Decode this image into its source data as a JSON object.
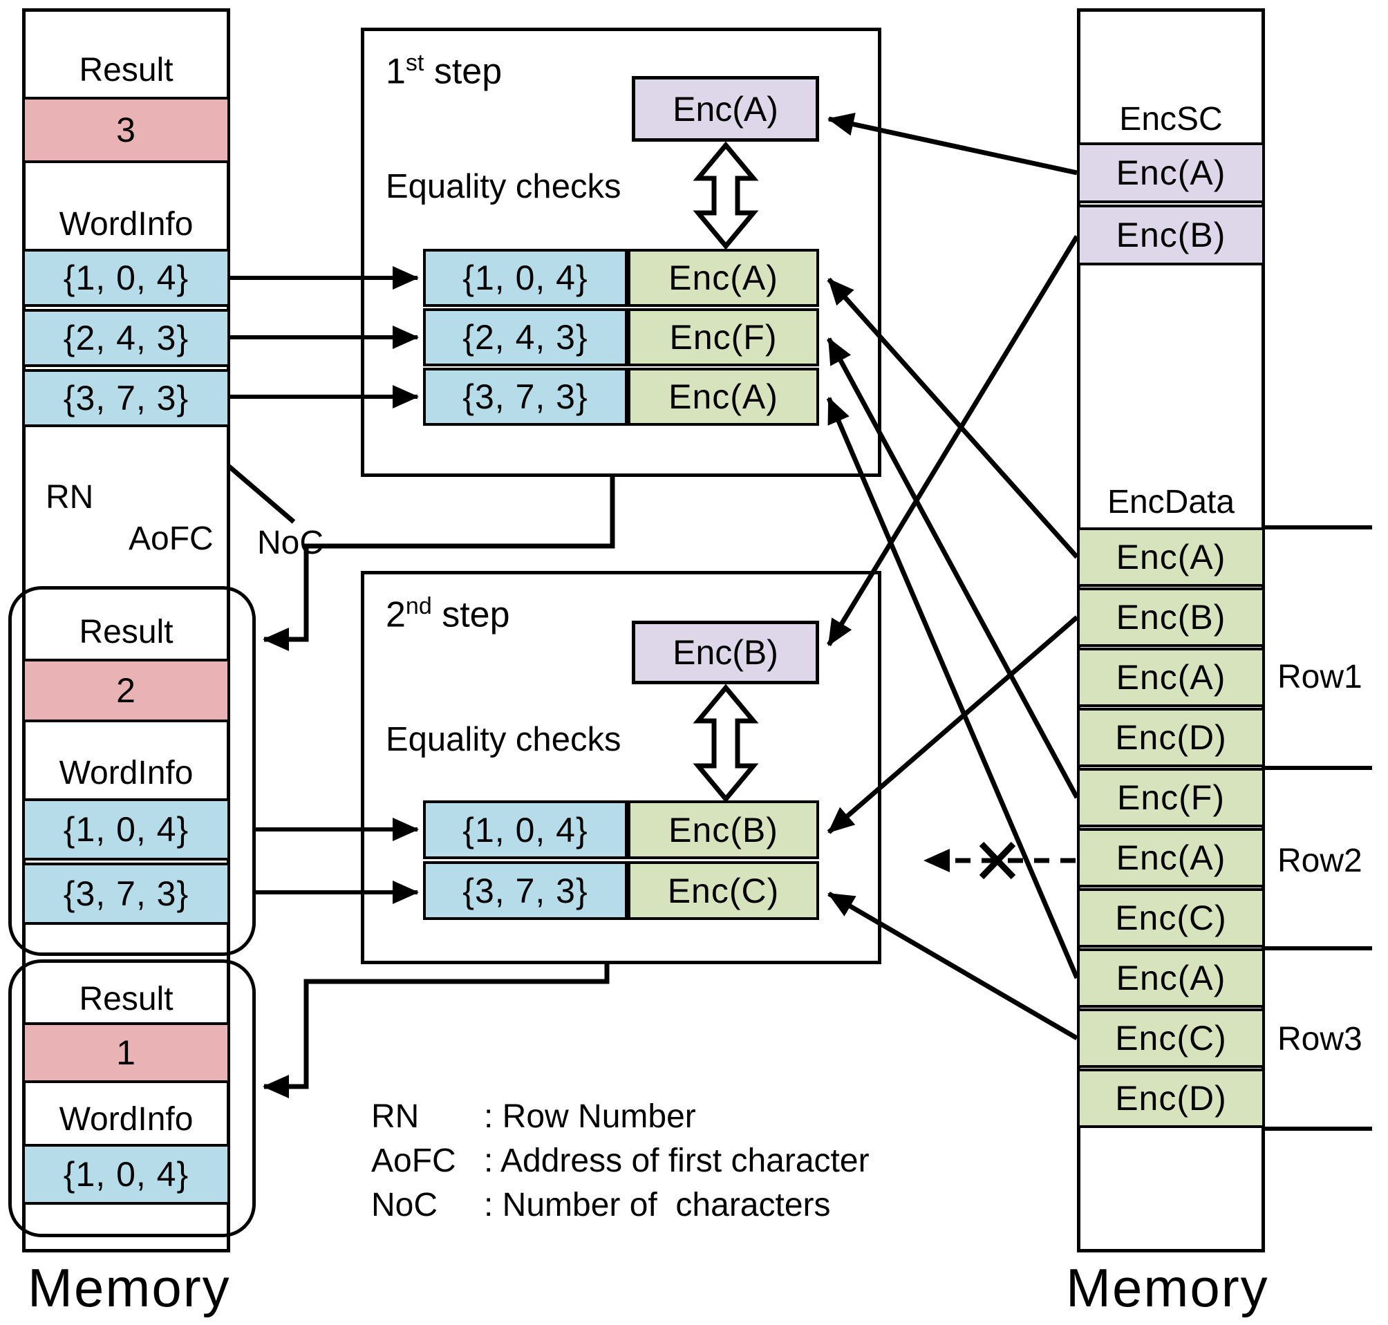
{
  "left_memory": {
    "memory_label": "Memory",
    "block1": {
      "result_label": "Result",
      "result_value": "3",
      "wordinfo_label": "WordInfo",
      "entries": [
        "{1, 0, 4}",
        "{2, 4, 3}",
        "{3, 7, 3}"
      ]
    },
    "pointers": {
      "rn": "RN",
      "aofc": "AoFC",
      "noc": "NoC"
    },
    "block2": {
      "result_label": "Result",
      "result_value": "2",
      "wordinfo_label": "WordInfo",
      "entries": [
        "{1, 0, 4}",
        "{3, 7, 3}"
      ]
    },
    "block3": {
      "result_label": "Result",
      "result_value": "1",
      "wordinfo_label": "WordInfo",
      "entries": [
        "{1, 0, 4}"
      ]
    }
  },
  "step1": {
    "title_num": "1",
    "title_sup": "st",
    "title_rest": " step",
    "equality_label": "Equality checks",
    "search_char": "Enc(A)",
    "rows": [
      {
        "word": "{1, 0, 4}",
        "enc": "Enc(A)"
      },
      {
        "word": "{2, 4, 3}",
        "enc": "Enc(F)"
      },
      {
        "word": "{3, 7, 3}",
        "enc": "Enc(A)"
      }
    ]
  },
  "step2": {
    "title_num": "2",
    "title_sup": "nd",
    "title_rest": " step",
    "equality_label": "Equality checks",
    "search_char": "Enc(B)",
    "rows": [
      {
        "word": "{1, 0, 4}",
        "enc": "Enc(B)"
      },
      {
        "word": "{3, 7, 3}",
        "enc": "Enc(C)"
      }
    ]
  },
  "right_memory": {
    "memory_label": "Memory",
    "encsc_label": "EncSC",
    "encsc_cells": [
      "Enc(A)",
      "Enc(B)"
    ],
    "encdata_label": "EncData",
    "encdata_cells": [
      "Enc(A)",
      "Enc(B)",
      "Enc(A)",
      "Enc(D)",
      "Enc(F)",
      "Enc(A)",
      "Enc(C)",
      "Enc(A)",
      "Enc(C)",
      "Enc(D)"
    ],
    "row_labels": [
      "Row1",
      "Row2",
      "Row3"
    ]
  },
  "legend": {
    "rows": [
      {
        "term": "RN",
        "def": ": Row Number"
      },
      {
        "term": "AoFC",
        "def": ": Address of first character"
      },
      {
        "term": "NoC",
        "def": ": Number of  characters"
      }
    ]
  },
  "colors": {
    "result_pink": "#e9b3b5",
    "wordinfo_blue": "#b5dce8",
    "encdata_green": "#d7e3bd",
    "encsc_purple": "#ded7e9",
    "line_black": "#000000"
  }
}
